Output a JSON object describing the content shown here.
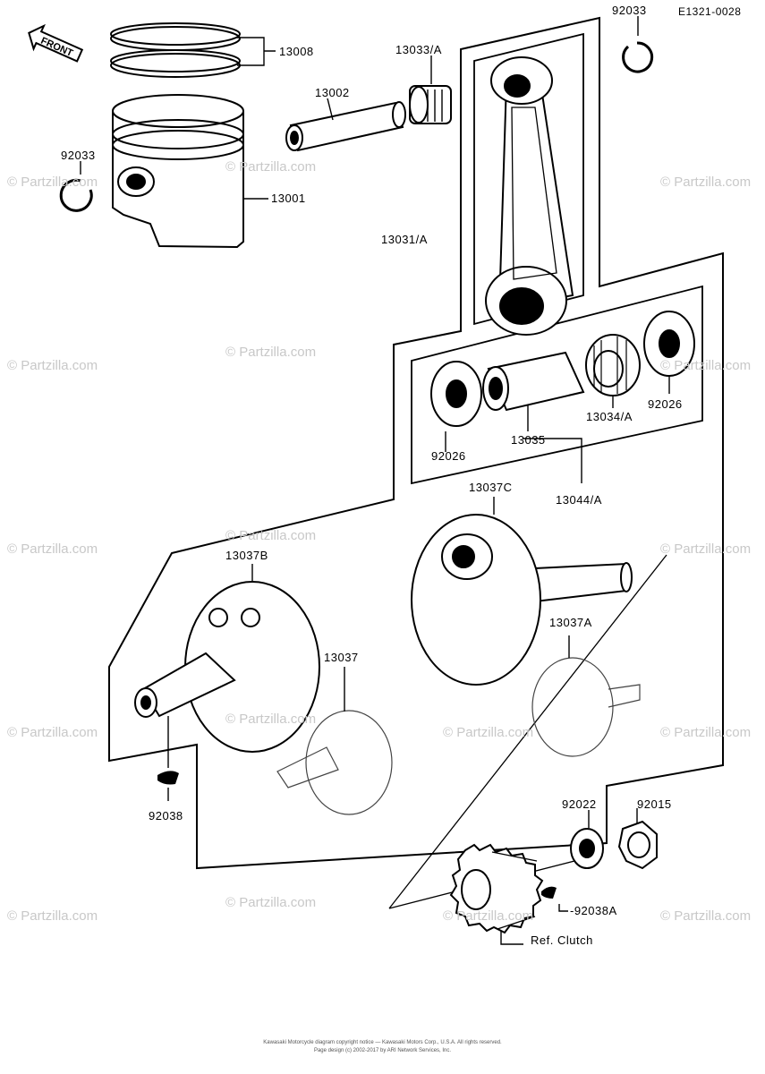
{
  "drawing_code": "E1321-0028",
  "front_label": "FRONT",
  "watermark": "© Partzilla.com",
  "parts": {
    "rings": "13008",
    "piston": "13001",
    "pin": "13002",
    "circlip_left": "92033",
    "circlip_right": "92033",
    "small_end_bearing": "13033/A",
    "conrod": "13031/A",
    "crankpin": "13035",
    "big_end_bearing": "13034/A",
    "washer_left": "92026",
    "washer_right": "92026",
    "conrod_assy": "13044/A",
    "crank_c": "13037C",
    "crank_b": "13037B",
    "crank_a": "13037A",
    "crank": "13037",
    "key_left": "92038",
    "key_right": "-92038A",
    "lock_washer": "92022",
    "nut": "92015",
    "ref_clutch": "Ref.  Clutch"
  },
  "footer": {
    "line1": "Kawasaki Motorcycle diagram copyright notice — Kawasaki Motors Corp., U.S.A. All rights reserved.",
    "line2": "Page design (c) 2002-2017 by ARI Network Services, Inc."
  }
}
